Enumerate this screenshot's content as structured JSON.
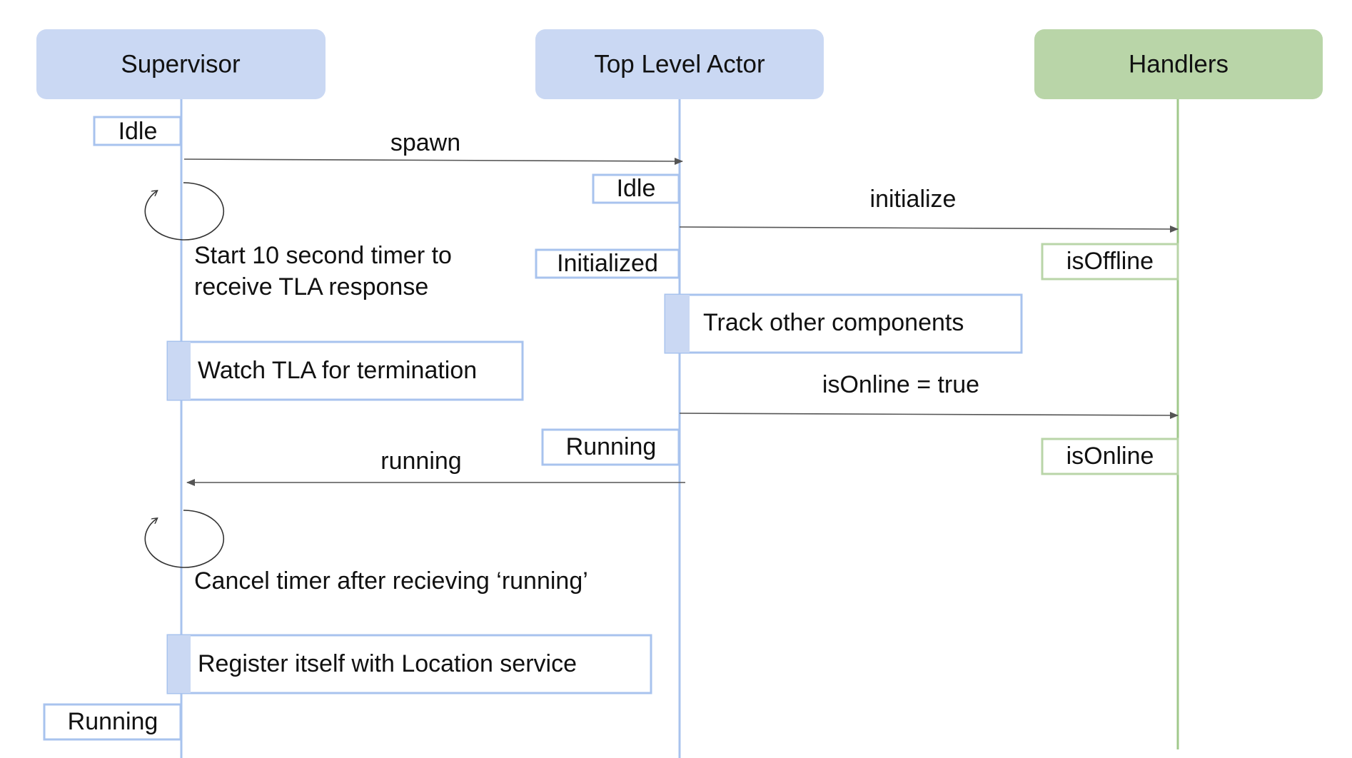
{
  "actors": {
    "supervisor": "Supervisor",
    "top_level_actor": "Top Level Actor",
    "handlers": "Handlers"
  },
  "messages": {
    "spawn": "spawn",
    "initialize": "initialize",
    "is_online_true": "isOnline = true",
    "running": "running"
  },
  "states": {
    "supervisor_idle": "Idle",
    "tla_idle": "Idle",
    "tla_initialized": "Initialized",
    "handlers_is_offline": "isOffline",
    "tla_running": "Running",
    "handlers_is_online": "isOnline",
    "supervisor_running": "Running"
  },
  "notes": {
    "timer_start_line1": "Start 10 second timer to",
    "timer_start_line2": "receive TLA response",
    "cancel_timer": "Cancel timer after recieving ‘running’"
  },
  "activities": {
    "watch_tla": "Watch TLA for termination",
    "track_components": "Track other components",
    "register_location": "Register itself with Location service"
  },
  "colors": {
    "actor_blue": "#cad8f3",
    "actor_green": "#b9d5a8",
    "line_blue": "#a8c3ee",
    "line_green": "#a1c98c",
    "arrow": "#555555"
  }
}
